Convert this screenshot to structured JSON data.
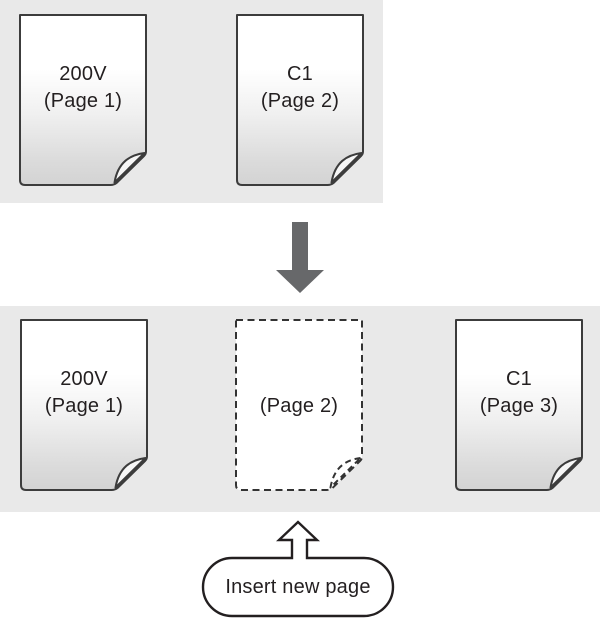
{
  "before": {
    "pages": [
      {
        "label": "200V",
        "page": "(Page 1)"
      },
      {
        "label": "C1",
        "page": "(Page 2)"
      }
    ]
  },
  "after": {
    "pages": [
      {
        "label": "200V",
        "page": "(Page 1)"
      },
      {
        "label": "",
        "page": "(Page 2)",
        "inserted": true
      },
      {
        "label": "C1",
        "page": "(Page 3)"
      }
    ]
  },
  "callout": {
    "label": "Insert new page"
  },
  "icons": {
    "down_arrow": "transition-down-arrow",
    "up_arrow": "insert-up-arrow",
    "page": "document-page",
    "dashed_page": "inserted-page-placeholder"
  },
  "colors": {
    "panel_bg": "#e9e9e9",
    "page_border": "#3c3c3c",
    "dashed_border": "#333333",
    "text": "#231f20",
    "transition_arrow": "#67686a",
    "callout_border": "#231f20",
    "page_fill_top": "#ffffff",
    "page_fill_bottom": "#d3d3d3"
  }
}
